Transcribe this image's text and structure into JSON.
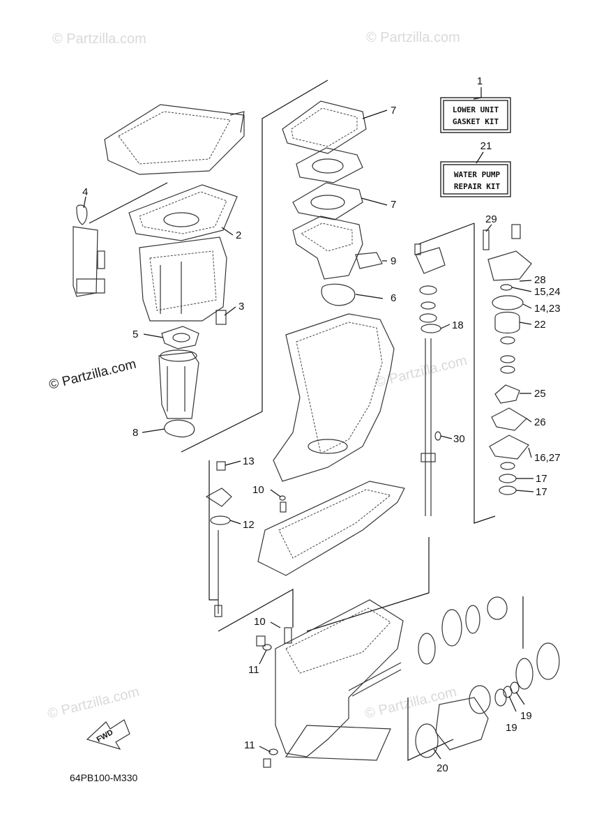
{
  "watermarks": {
    "top_left": "© Partzilla.com",
    "top_right": "© Partzilla.com",
    "middle_left": "© Partzilla.com",
    "mid_right": "© Partzilla.com",
    "bottom_left": "© Partzilla.com",
    "bottom_mid": "© Partzilla.com"
  },
  "kits": {
    "lower_unit": {
      "number": "1",
      "line1": "LOWER UNIT",
      "line2": "GASKET KIT"
    },
    "water_pump": {
      "number": "21",
      "line1": "WATER PUMP",
      "line2": "REPAIR KIT"
    }
  },
  "callouts": {
    "c2": "2",
    "c3": "3",
    "c4": "4",
    "c5": "5",
    "c6": "6",
    "c7a": "7",
    "c7b": "7",
    "c8": "8",
    "c9": "9",
    "c10a": "10",
    "c10b": "10",
    "c11a": "11",
    "c11b": "11",
    "c12": "12",
    "c13": "13",
    "c14_23": "14,23",
    "c15_24": "15,24",
    "c16_27": "16,27",
    "c17a": "17",
    "c17b": "17",
    "c18": "18",
    "c19a": "19",
    "c19b": "19",
    "c20": "20",
    "c22": "22",
    "c25": "25",
    "c26": "26",
    "c28": "28",
    "c29": "29",
    "c30": "30"
  },
  "fwd_label": "FWD",
  "diagram_code": "64PB100-M330"
}
